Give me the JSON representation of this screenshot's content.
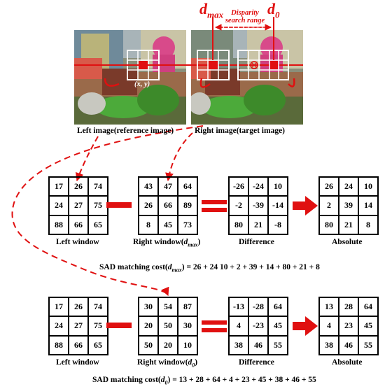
{
  "header": {
    "d_max_label": "d",
    "d_max_sub": "max",
    "d0_label": "d",
    "d0_sub": "0",
    "disparity_line1": "Disparity",
    "disparity_line2": "search range",
    "xy_label": "(x, y)"
  },
  "captions": {
    "left_image": "Left image(reference image)",
    "right_image": "Right image(target image)"
  },
  "row1": {
    "left_window": [
      "17",
      "26",
      "74",
      "24",
      "27",
      "75",
      "88",
      "66",
      "65"
    ],
    "right_window": [
      "43",
      "47",
      "64",
      "26",
      "66",
      "89",
      "8",
      "45",
      "73"
    ],
    "difference": [
      "-26",
      "-24",
      "10",
      "-2",
      "-39",
      "-14",
      "80",
      "21",
      "-8"
    ],
    "absolute": [
      "26",
      "24",
      "10",
      "2",
      "39",
      "14",
      "80",
      "21",
      "8"
    ],
    "label_left": "Left window",
    "label_right_prefix": "Right window(",
    "label_right_var": "d",
    "label_right_sub": "max",
    "label_right_suffix": ")",
    "label_diff": "Difference",
    "label_abs": "Absolute",
    "cost_prefix": "SAD matching cost(",
    "cost_var": "d",
    "cost_sub": "max",
    "cost_suffix": ") = 26 + 24 10 + 2 + 39 + 14 + 80 + 21 + 8"
  },
  "row2": {
    "left_window": [
      "17",
      "26",
      "74",
      "24",
      "27",
      "75",
      "88",
      "66",
      "65"
    ],
    "right_window": [
      "30",
      "54",
      "87",
      "20",
      "50",
      "30",
      "50",
      "20",
      "10"
    ],
    "difference": [
      "-13",
      "-28",
      "64",
      "4",
      "-23",
      "45",
      "38",
      "46",
      "55"
    ],
    "absolute": [
      "13",
      "28",
      "64",
      "4",
      "23",
      "45",
      "38",
      "46",
      "55"
    ],
    "label_left": "Left window",
    "label_right_prefix": "Right window(",
    "label_right_var": "d",
    "label_right_sub": "0",
    "label_right_suffix": ")",
    "label_diff": "Difference",
    "label_abs": "Absolute",
    "cost_prefix": "SAD matching cost(",
    "cost_var": "d",
    "cost_sub": "0",
    "cost_suffix": ") = 13 + 28 + 64 + 4 + 23 + 45 + 38 + 46 + 55"
  },
  "colors": {
    "accent_red": "#e01010"
  }
}
